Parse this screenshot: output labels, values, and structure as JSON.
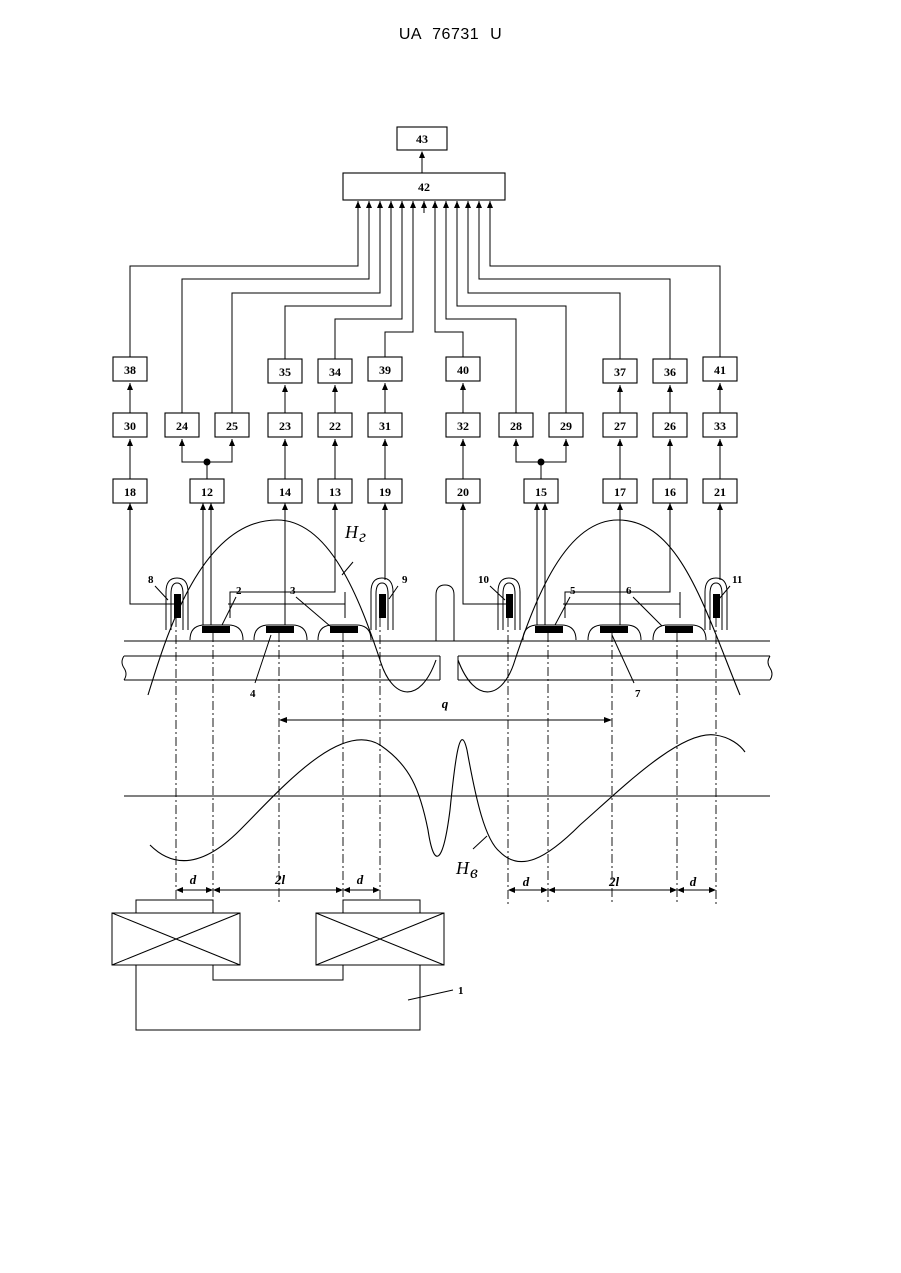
{
  "header": {
    "code": "UA  76731  U"
  },
  "blocks": {
    "b43": "43",
    "b42": "42",
    "b38": "38",
    "b35": "35",
    "b34": "34",
    "b39": "39",
    "b40": "40",
    "b37": "37",
    "b36": "36",
    "b41": "41",
    "b30": "30",
    "b24": "24",
    "b25": "25",
    "b23": "23",
    "b22": "22",
    "b31": "31",
    "b32": "32",
    "b28": "28",
    "b29": "29",
    "b27": "27",
    "b26": "26",
    "b33": "33",
    "b18": "18",
    "b12": "12",
    "b14": "14",
    "b13": "13",
    "b19": "19",
    "b20": "20",
    "b15": "15",
    "b17": "17",
    "b16": "16",
    "b21": "21"
  },
  "sensors": {
    "s1": "1",
    "s2": "2",
    "s3": "3",
    "s4": "4",
    "s5": "5",
    "s6": "6",
    "s7": "7",
    "s8": "8",
    "s9": "9",
    "s10": "10",
    "s11": "11"
  },
  "dimensions": {
    "q": "q",
    "d": "d",
    "two_l": "2l"
  },
  "fields": {
    "h_upper": "H",
    "h_upper_sub": "г",
    "h_lower": "H",
    "h_lower_sub": "в"
  }
}
